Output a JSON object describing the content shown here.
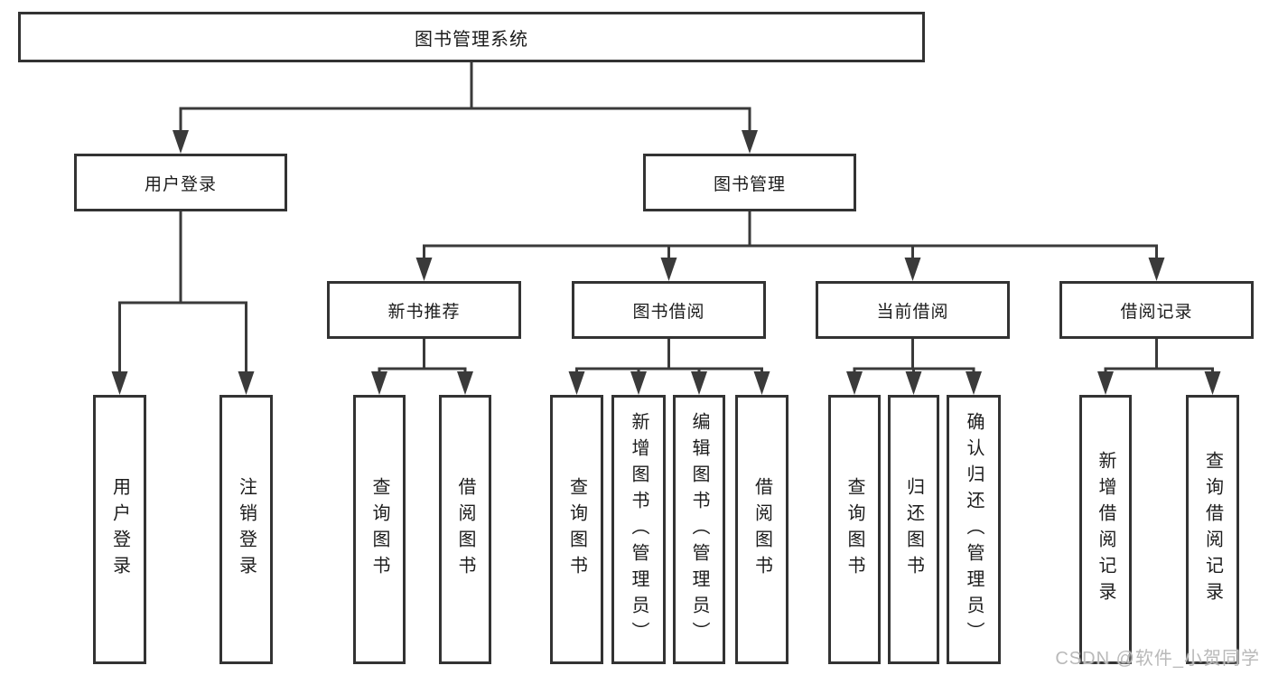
{
  "tree": {
    "root": {
      "label": "图书管理系统"
    },
    "branches": [
      {
        "label": "用户登录",
        "children": [
          {
            "label": "用户登录"
          },
          {
            "label": "注销登录"
          }
        ]
      },
      {
        "label": "图书管理",
        "children": [
          {
            "label": "新书推荐",
            "children": [
              {
                "label": "查询图书"
              },
              {
                "label": "借阅图书"
              }
            ]
          },
          {
            "label": "图书借阅",
            "children": [
              {
                "label": "查询图书"
              },
              {
                "label": "新增图书（管理员）"
              },
              {
                "label": "编辑图书（管理员）"
              },
              {
                "label": "借阅图书"
              }
            ]
          },
          {
            "label": "当前借阅",
            "children": [
              {
                "label": "查询图书"
              },
              {
                "label": "归还图书"
              },
              {
                "label": "确认归还（管理员）"
              }
            ]
          },
          {
            "label": "借阅记录",
            "children": [
              {
                "label": "新增借阅记录"
              },
              {
                "label": "查询借阅记录"
              }
            ]
          }
        ]
      }
    ]
  },
  "watermark": "CSDN @软件_小贺同学",
  "colors": {
    "line": "#3a3a3a",
    "box_border": "#333333",
    "text": "#1c1c1c",
    "watermark": "#b9b9b9",
    "background": "#ffffff"
  }
}
